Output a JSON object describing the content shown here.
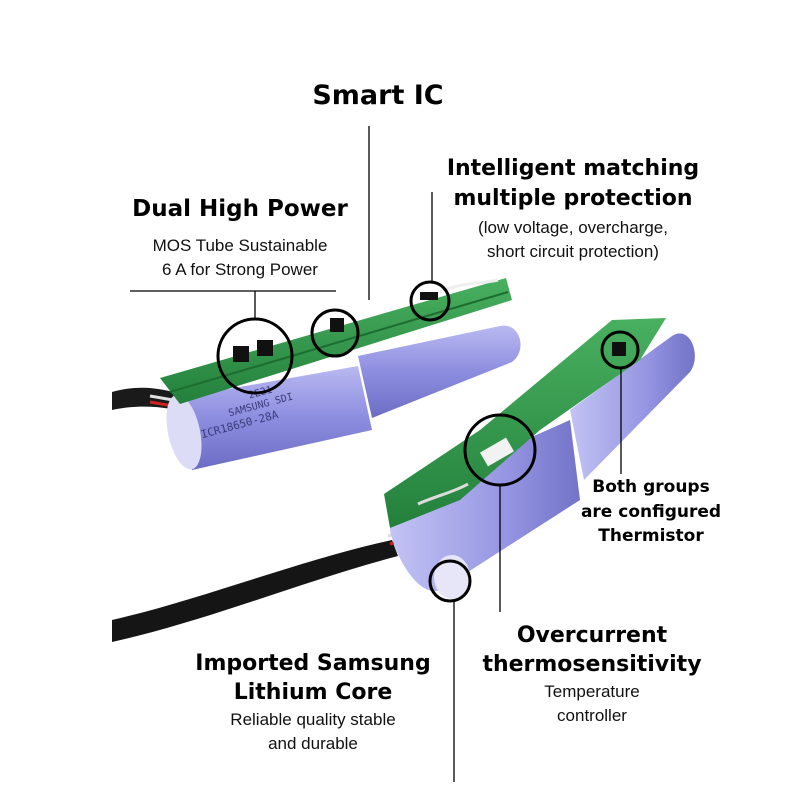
{
  "annotations": {
    "smart_ic": {
      "title": "Smart IC"
    },
    "dual_high_power": {
      "title": "Dual High Power",
      "line1": "MOS Tube Sustainable",
      "line2": "6 A for Strong Power"
    },
    "intelligent_matching": {
      "title_line1": "Intelligent matching",
      "title_line2": "multiple protection",
      "line1": "(low voltage, overcharge,",
      "line2": "short circuit protection)"
    },
    "thermistor": {
      "line1": "Both groups",
      "line2": "are configured",
      "line3": "Thermistor"
    },
    "samsung_core": {
      "title_line1": "Imported Samsung",
      "title_line2": "Lithium Core",
      "line1": "Reliable quality stable",
      "line2": "and durable"
    },
    "overcurrent": {
      "title_line1": "Overcurrent",
      "title_line2": "thermosensitivity",
      "line1": "Temperature",
      "line2": "controller"
    }
  },
  "cell_print": {
    "line1": "ICR18650-28A",
    "line2": "SAMSUNG SDI",
    "line3": "2E21"
  },
  "colors": {
    "pcb_green": "#2f9a4a",
    "cell_blue": "#8f8fe0",
    "cable_black": "#151515"
  }
}
